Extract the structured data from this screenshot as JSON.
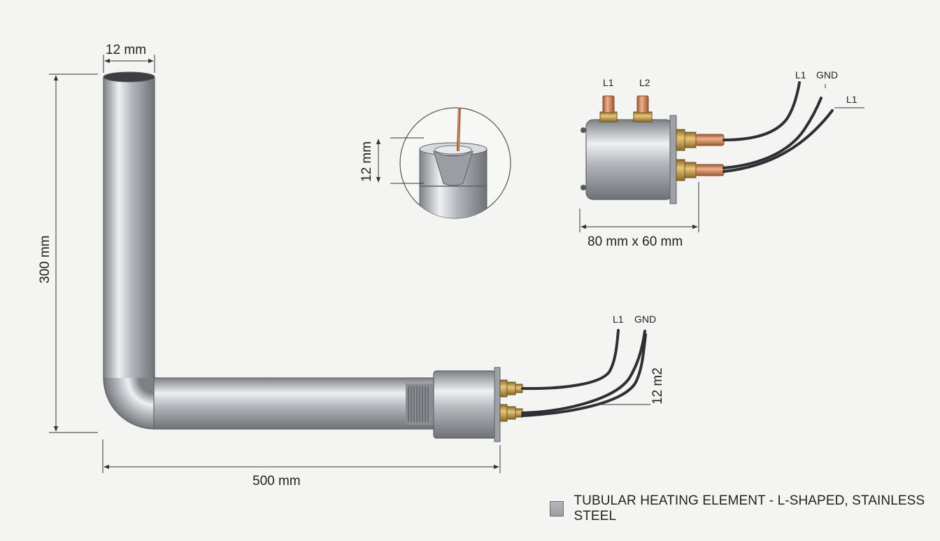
{
  "labels": {
    "tube_diameter": "12 mm",
    "vertical_length": "300 mm",
    "horizontal_length": "500 mm",
    "detail_diameter": "12 mm",
    "cable_cross_section": "12 m2",
    "housing_size": "80 mm x 60 mm"
  },
  "terminals": {
    "main_l1": "L1",
    "main_gnd": "GND",
    "box_top_l1": "L1",
    "box_top_l2": "L2",
    "box_wire_l1_a": "L1",
    "box_wire_gnd": "GND",
    "box_wire_l1_b": "L1"
  },
  "legend": {
    "text": "TUBULAR HEATING ELEMENT - L-SHAPED, STAINLESS STEEL",
    "swatch_color": "#9a9ea2"
  },
  "colors": {
    "steel_light": "#eef0f2",
    "steel_mid": "#b2b6ba",
    "steel_dark": "#6e7276",
    "brass": "#c09a4a",
    "copper": "#d08a5e",
    "cable": "#2d3033",
    "background": "#f4f4f2"
  }
}
